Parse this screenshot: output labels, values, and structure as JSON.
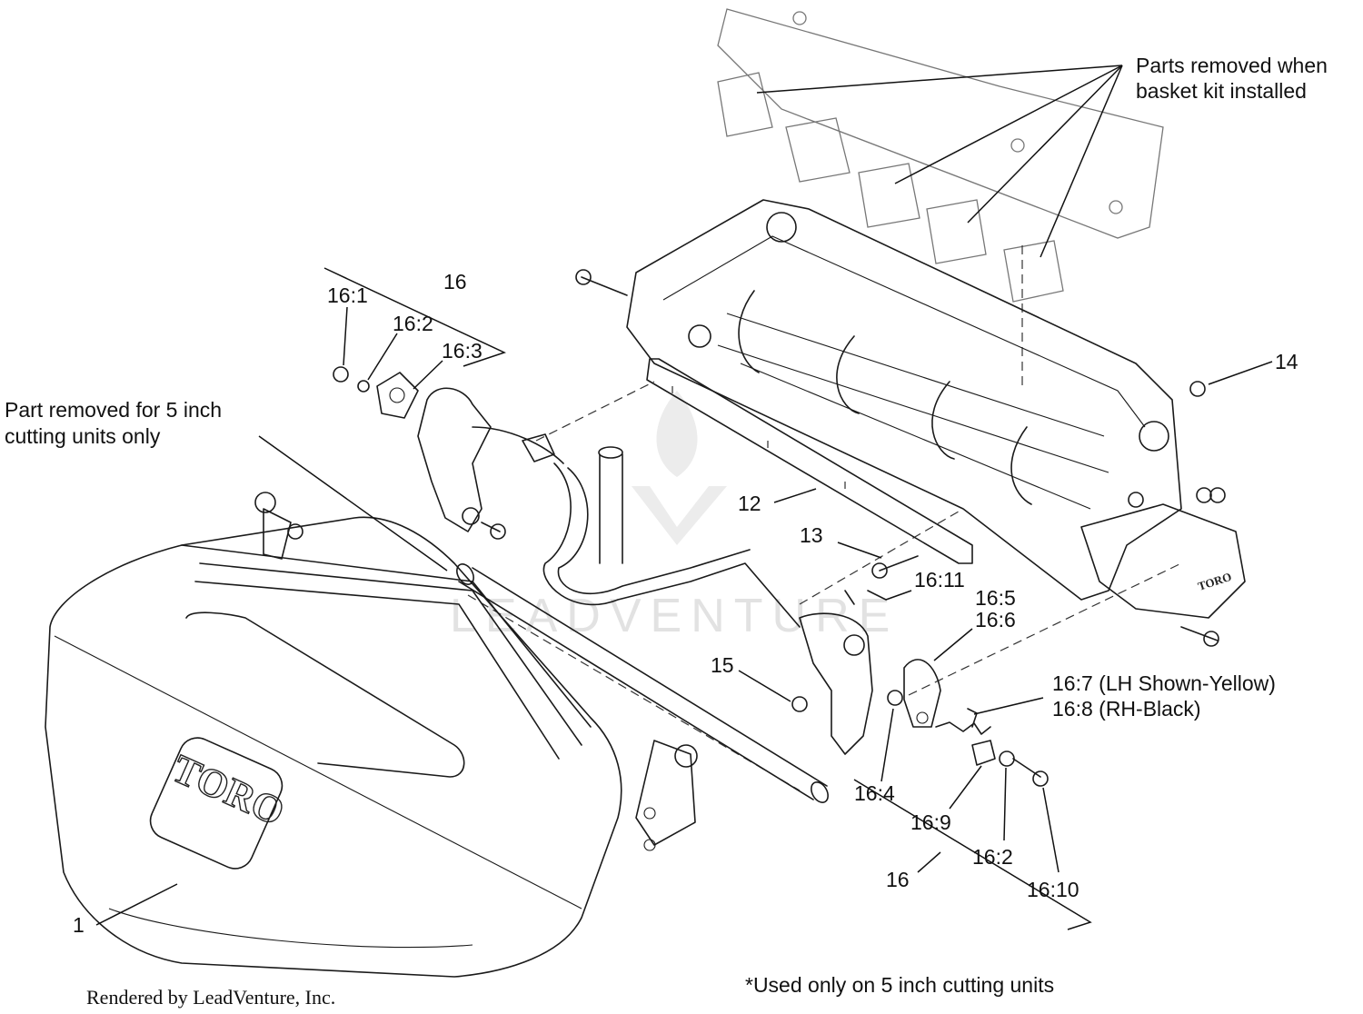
{
  "notes": {
    "basket_kit": [
      "Parts removed when",
      "basket kit installed"
    ],
    "five_inch": [
      "Part removed for 5 inch",
      "cutting units only"
    ],
    "used_only": "*Used only on 5 inch cutting units",
    "rendered_by": "Rendered by LeadVenture, Inc."
  },
  "watermark": "LEADVENTURE",
  "logo": {
    "weight_badge": "TORO",
    "side_plate": "TORO"
  },
  "callouts": {
    "c1": "1",
    "c12": "12",
    "c13": "13",
    "c14": "14",
    "c15": "15",
    "c16_top": "16",
    "c16_1": "16:1",
    "c16_2_top": "16:2",
    "c16_3": "16:3",
    "c16_11": "16:11",
    "c16_5": "16:5",
    "c16_6": "16:6",
    "c16_7": "16:7 (LH Shown-Yellow)",
    "c16_8": "16:8 (RH-Black)",
    "c16_4": "16:4",
    "c16_9": "16:9",
    "c16_2_bottom": "16:2",
    "c16_10": "16:10",
    "c16_bottom": "16"
  }
}
